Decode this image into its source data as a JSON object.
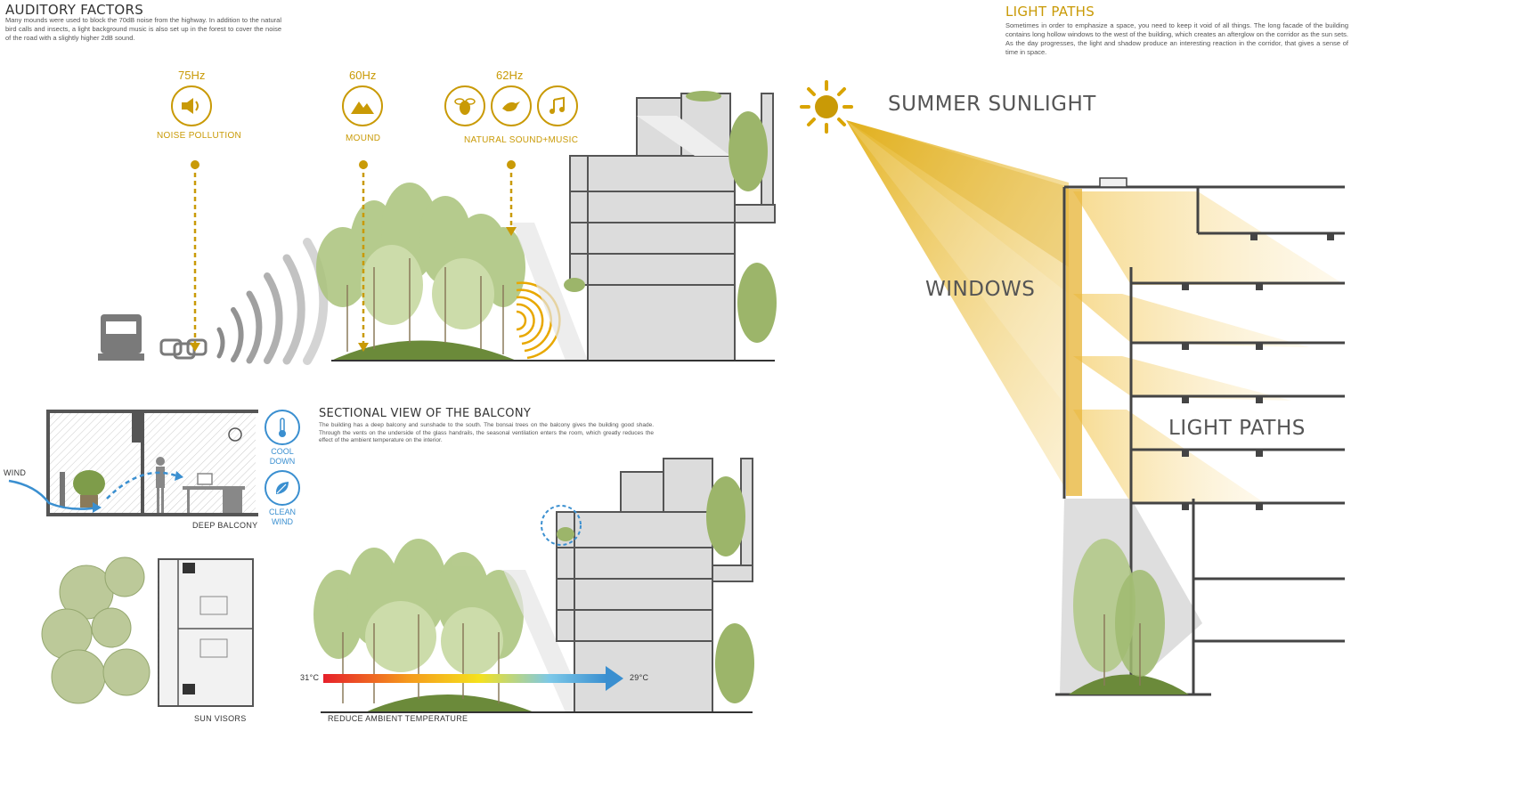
{
  "auditory": {
    "title": "AUDITORY FACTORS",
    "text": "Many mounds were used to block the 70dB noise from the highway. In addition to the natural bird calls and insects, a light background music is also set up in the forest to cover the noise of the road with a slightly higher 2dB sound.",
    "noise": {
      "freq": "75Hz",
      "label": "NOISE POLLUTION",
      "icon": "speaker-icon"
    },
    "mound": {
      "freq": "60Hz",
      "label": "MOUND",
      "icon": "mountain-icon"
    },
    "natural": {
      "freq": "62Hz",
      "label": "NATURAL SOUND+MUSIC",
      "icons": [
        "bee-icon",
        "bird-icon",
        "music-note-icon"
      ]
    }
  },
  "light": {
    "title": "LIGHT PATHS",
    "text": "Sometimes in order to emphasize a space, you need to keep it void of all things. The long facade of the building contains long hollow windows to the west of the building, which creates an afterglow on the corridor as the sun sets. As the day progresses, the light and shadow produce an interesting reaction in the corridor, that gives a sense of time in space.",
    "summer": "SUMMER SUNLIGHT",
    "windows": "WINDOWS",
    "paths": "LIGHT PATHS"
  },
  "balcony": {
    "title": "SECTIONAL VIEW OF THE BALCONY",
    "text": "The building has a deep balcony and sunshade to the south. The bonsai trees on the balcony gives the building good shade. Through the vents on the underside of the glass handrails, the seasonal ventilation enters the room, which greatly reduces the effect of the ambient temperature on the interior.",
    "wind": "WIND",
    "deep": "DEEP BALCONY",
    "cool": [
      "COOL",
      "DOWN"
    ],
    "clean": [
      "CLEAN",
      "WIND"
    ],
    "visors": "SUN VISORS",
    "reduce": "REDUCE AMBIENT TEMPERATURE",
    "t_hot": "31°C",
    "t_cool": "29°C"
  },
  "colors": {
    "gold": "#c99a06",
    "blue": "#3a8fd0",
    "building": "#d8d8d8",
    "tree": "#9cb56a"
  }
}
